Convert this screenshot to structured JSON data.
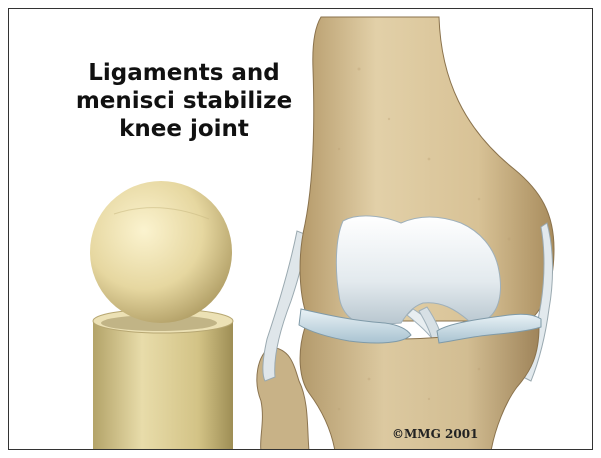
{
  "title": {
    "line1": "Ligaments and",
    "line2": "menisci stabilize",
    "line3": "knee joint"
  },
  "copyright": "©MMG 2001",
  "colors": {
    "bone": "#d9c59a",
    "bone_shadow": "#a6895c",
    "cartilage": "#e4ecf0",
    "meniscus": "#c7dae4",
    "ligament": "#c9d3d8",
    "ball": "#e9dca6",
    "cylinder": "#d8c890",
    "background": "#ffffff"
  },
  "icons": [
    "knee-joint-illustration",
    "ball-model-icon",
    "cylinder-model-icon"
  ]
}
